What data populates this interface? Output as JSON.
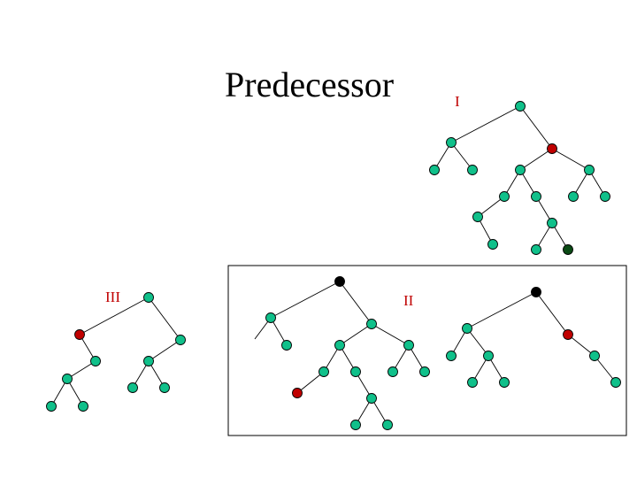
{
  "title": "Predecessor",
  "labels": {
    "tree_1": "I",
    "tree_2": "II",
    "tree_3": "III"
  },
  "colors": {
    "normal_node": "#10c08a",
    "target_node": "#c00000",
    "root_black": "#000000",
    "dark_green": "#0a4a14",
    "label_red": "#c00000"
  }
}
